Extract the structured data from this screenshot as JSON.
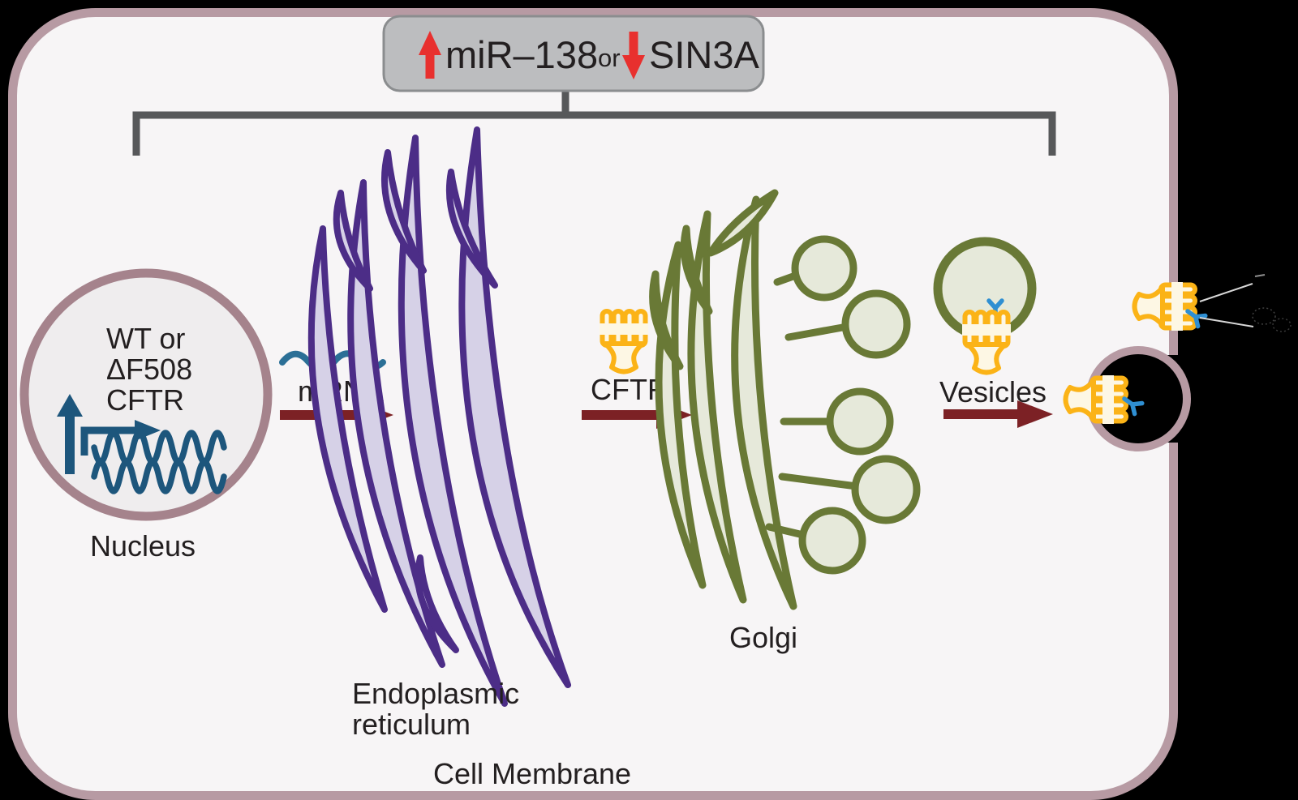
{
  "banner": {
    "mir_label": "miR–138",
    "or_label": "or",
    "sin3a_label": "SIN3A",
    "up_arrow_meaning": "increase",
    "down_arrow_meaning": "decrease"
  },
  "nucleus": {
    "label": "Nucleus",
    "gene_lines": [
      "WT or",
      "ΔF508",
      "CFTR"
    ]
  },
  "mrna": {
    "label": "mRNA"
  },
  "er": {
    "label_line1": "Endoplasmic",
    "label_line2": "reticulum"
  },
  "cftr_protein": {
    "label": "CFTR"
  },
  "golgi": {
    "label": "Golgi"
  },
  "vesicles": {
    "label": "Vesicles"
  },
  "cell": {
    "membrane_label": "Cell Membrane"
  },
  "colors": {
    "background": "#000000",
    "cell_fill": "#f7f5f6",
    "cell_membrane": "#b79aa3",
    "banner_fill": "#bcbdbf",
    "banner_border": "#8b8d8f",
    "banner_arrow_red": "#e8302e",
    "bracket_gray": "#57585a",
    "nucleus_border": "#a5838c",
    "nucleus_fill": "#efedee",
    "dark_blue": "#1d567c",
    "er_purple": "#4c2d87",
    "er_fill": "#d6d1e7",
    "golgi_olive": "#697936",
    "golgi_fill": "#e6e9da",
    "flow_arrow_maroon": "#7c2125",
    "cftr_yellow": "#fbb317",
    "cftr_cream": "#fdf7e4",
    "glycan_blue": "#2f8fd2"
  }
}
